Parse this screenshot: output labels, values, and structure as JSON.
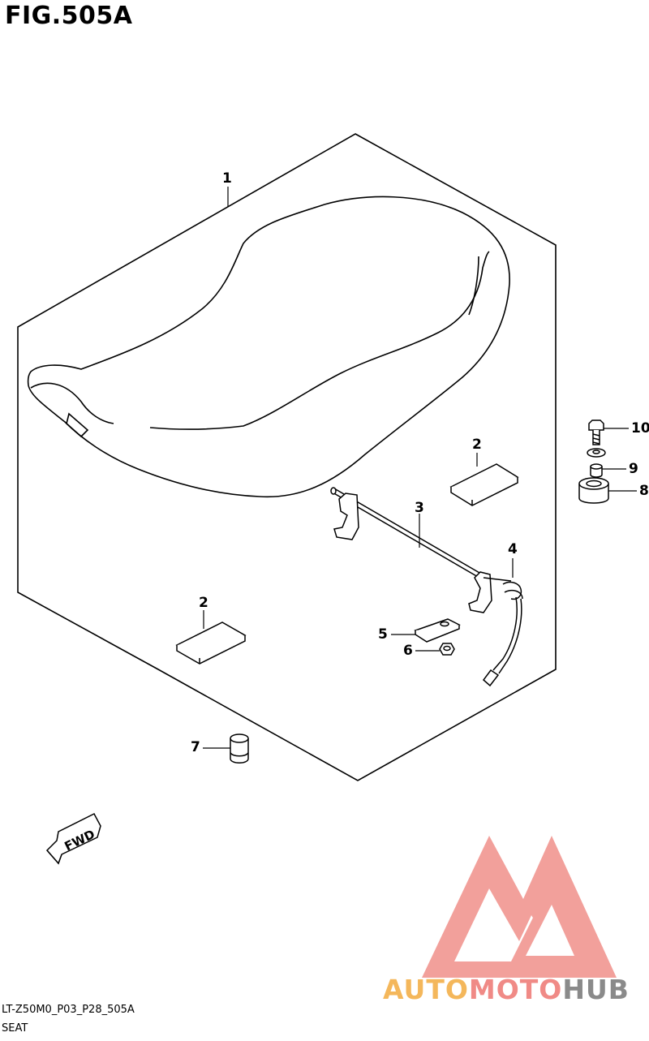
{
  "header": {
    "figure_title": "FIG.505A"
  },
  "callouts": [
    {
      "id": "callout-1",
      "text": "1"
    },
    {
      "id": "callout-2a",
      "text": "2"
    },
    {
      "id": "callout-2b",
      "text": "2"
    },
    {
      "id": "callout-3",
      "text": "3"
    },
    {
      "id": "callout-4",
      "text": "4"
    },
    {
      "id": "callout-5",
      "text": "5"
    },
    {
      "id": "callout-6",
      "text": "6"
    },
    {
      "id": "callout-7",
      "text": "7"
    },
    {
      "id": "callout-8",
      "text": "8"
    },
    {
      "id": "callout-9",
      "text": "9"
    },
    {
      "id": "callout-10",
      "text": "10"
    }
  ],
  "fwd_arrow": {
    "text": "FWD"
  },
  "footer": {
    "drawing_code": "LT-Z50M0_P03_P28_505A",
    "section_name": "SEAT"
  },
  "watermark": {
    "brand_part1": "AUTO",
    "brand_part2": "MOTO",
    "brand_part3": "HUB",
    "color_part1": "#F4B75B",
    "color_part2": "#F08A86",
    "color_part3": "#8A8A8A",
    "logo_color": "#F0908A"
  }
}
